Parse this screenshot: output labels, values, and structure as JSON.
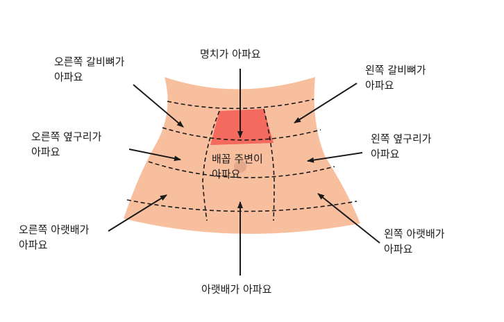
{
  "colors": {
    "skin": "#f8bf9f",
    "pain": "#f46a5e",
    "navel": "#e3a78a",
    "line": "#1a1a1a"
  },
  "labels": {
    "right_ribs": "오른쪽 갈비뼈가\n아파요",
    "navel": "명치가 아파요",
    "left_ribs": "왼쪽 갈비뼈가\n아파요",
    "right_flank": "오른쪽 옆구리가\n아파요",
    "left_flank": "왼쪽 옆구리가\n아파요",
    "belly_button": "배꼽 주변이\n아파요",
    "right_lower": "오른쪽 아랫배가\n아파요",
    "left_lower": "왼쪽 아랫배가\n아파요",
    "lower": "아랫배가 아파요"
  }
}
